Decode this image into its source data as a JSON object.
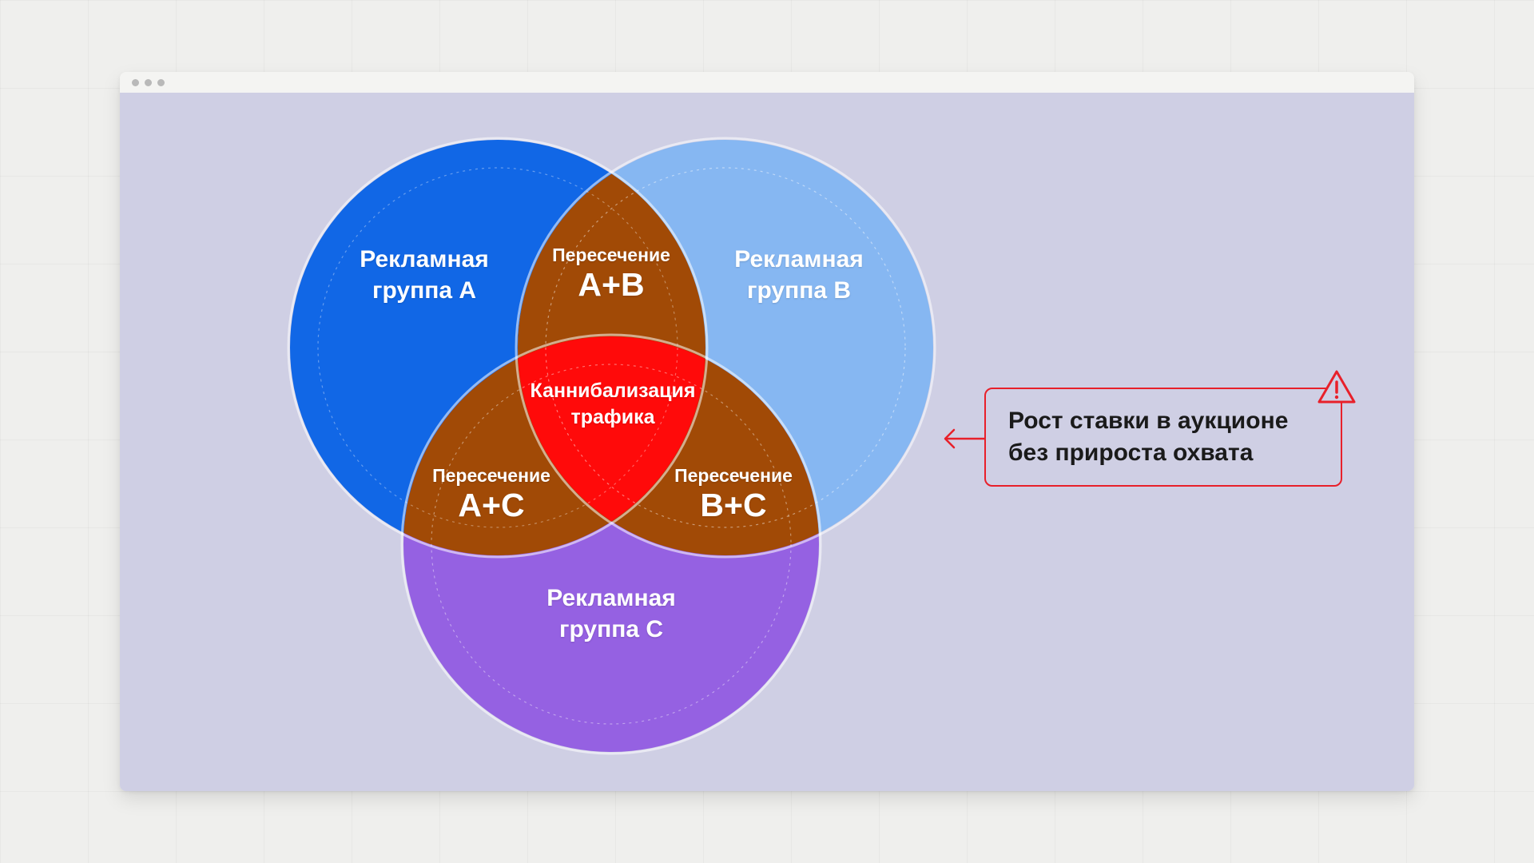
{
  "window": {
    "controls": [
      "dot",
      "dot",
      "dot"
    ]
  },
  "diagram": {
    "circles": [
      {
        "id": "A",
        "label_line1": "Рекламная",
        "label_line2": "группа A",
        "color": "#1167e6"
      },
      {
        "id": "B",
        "label_line1": "Рекламная",
        "label_line2": "группа B",
        "color": "#86b7f2"
      },
      {
        "id": "C",
        "label_line1": "Рекламная",
        "label_line2": "группа C",
        "color": "#9561e2"
      }
    ],
    "intersections": [
      {
        "id": "AB",
        "caption": "Пересечение",
        "value": "A+B",
        "color": "#a14a06"
      },
      {
        "id": "AC",
        "caption": "Пересечение",
        "value": "A+C",
        "color": "#a14a06"
      },
      {
        "id": "BC",
        "caption": "Пересечение",
        "value": "B+C",
        "color": "#a14a06"
      }
    ],
    "center": {
      "line1": "Каннибализация",
      "line2": "трафика",
      "color": "#ff0a0a"
    }
  },
  "callout": {
    "line1": "Рост ставки в аукционе",
    "line2": "без прироста охвата",
    "icon": "warning-triangle-icon",
    "border_color": "#e8202a"
  },
  "colors": {
    "background": "#cfcfe4",
    "accent_red": "#e8202a"
  }
}
